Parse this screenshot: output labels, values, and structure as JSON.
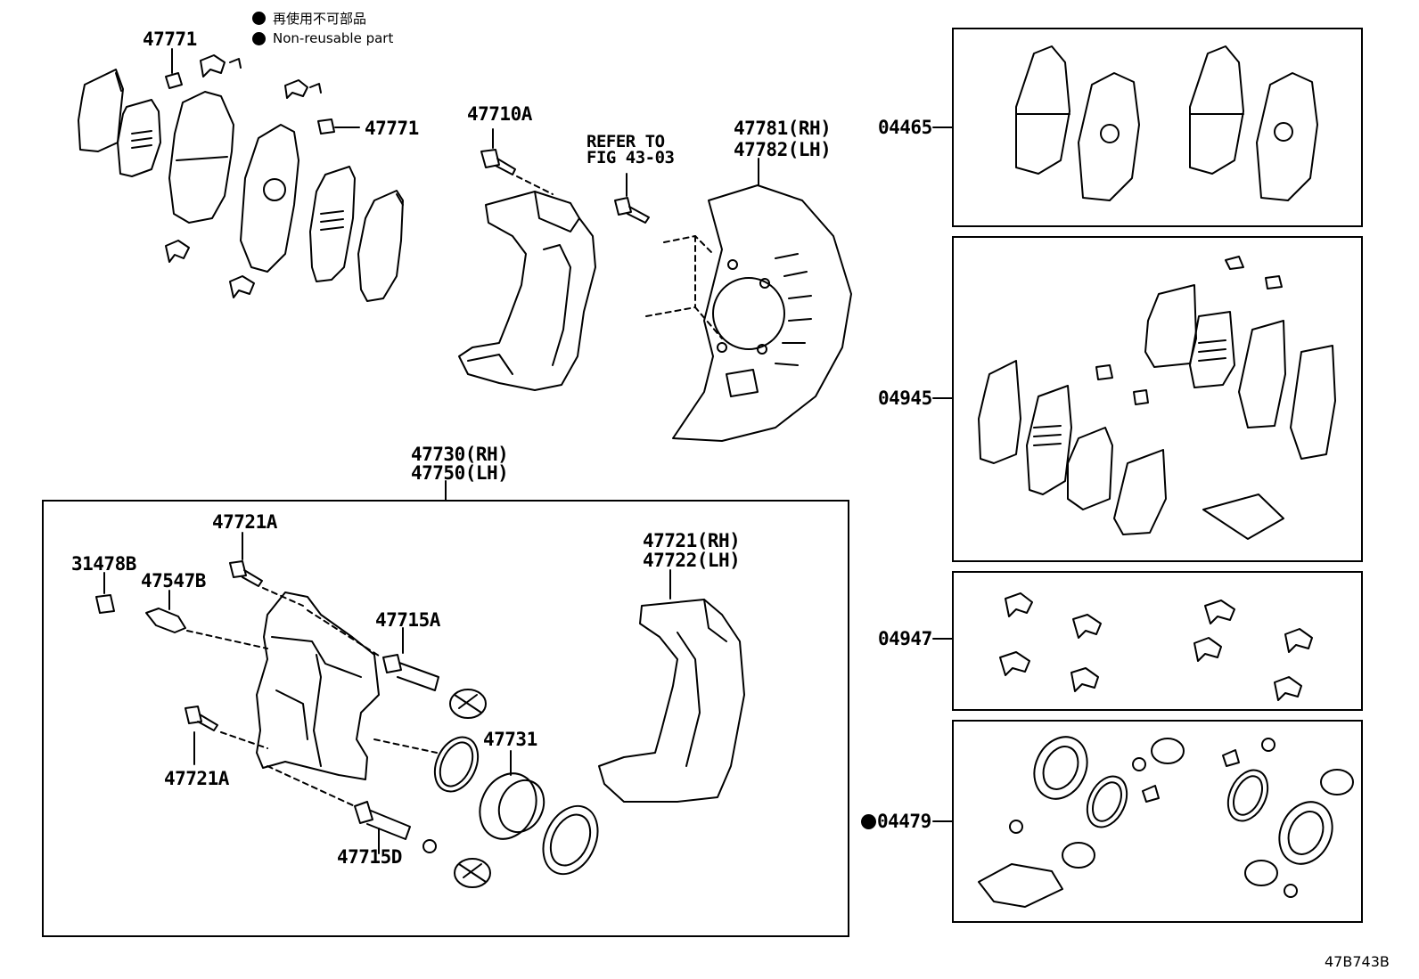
{
  "legend": {
    "jp": "再使用不可部品",
    "en": "Non-reusable part"
  },
  "labels": {
    "clip_top": "47771",
    "clip_right": "47771",
    "bolt_mount": "47710A",
    "refer_line1": "REFER TO",
    "refer_line2": "FIG 43-03",
    "cover_rh": "47781(RH)",
    "cover_lh": "47782(LH)",
    "caliper_rh": "47730(RH)",
    "caliper_lh": "47750(LH)",
    "bolt_upper": "47721A",
    "cap": "31478B",
    "bleeder": "47547B",
    "pin_upper": "47715A",
    "piston": "47731",
    "bolt_lower": "47721A",
    "pin_lower": "47715D",
    "mount_rh": "47721(RH)",
    "mount_lh": "47722(LH)",
    "kit_pads": "04465",
    "kit_shims": "04945",
    "kit_clips": "04947",
    "kit_seal": "04479"
  },
  "drawing_code": "47B743B",
  "colors": {
    "line": "#000000",
    "background": "#ffffff"
  }
}
